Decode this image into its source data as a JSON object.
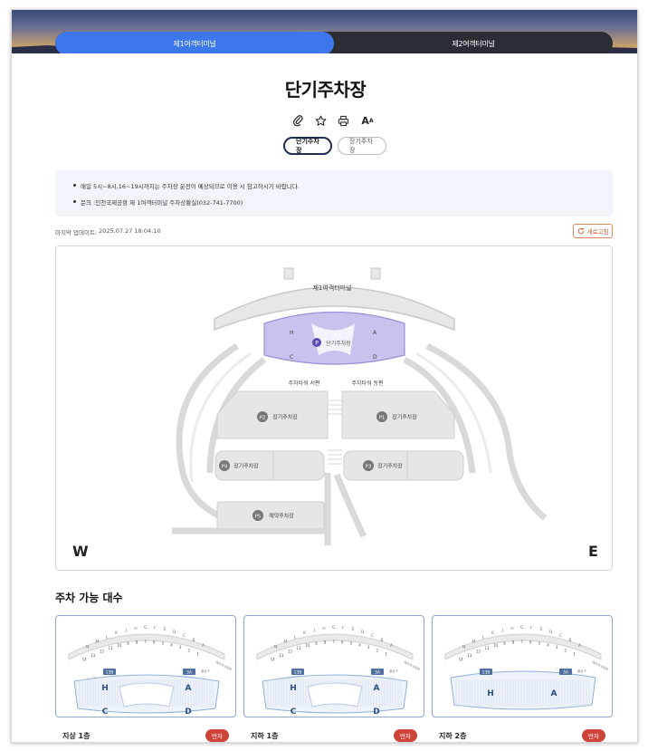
{
  "terminal_tabs": [
    {
      "label": "제1여객터미널",
      "active": true
    },
    {
      "label": "제2여객터미널",
      "active": false
    }
  ],
  "page_title": "단기주차장",
  "tools": {
    "link_icon": "paperclip-icon",
    "favorite_icon": "star-icon",
    "print_icon": "printer-icon",
    "font_label_big": "A",
    "font_label_small": "A"
  },
  "lot_tabs": [
    {
      "label": "단기주차장",
      "active": true
    },
    {
      "label": "장기주차장",
      "active": false
    }
  ],
  "notice": [
    "매일 5시~8시,16~19시까지는 주차장 운전이 예상되므로 이용 시 참고하시기 바랍니다.",
    "문의 :인천국제공항 제 1여객터미널 주차상황실(032-741-7700)"
  ],
  "last_update": {
    "label": "마지막 업데이트:",
    "value": "2025.07.27 18:04:10"
  },
  "refresh_label": "새로고침",
  "map": {
    "terminal_label": "제1여객터미널",
    "short_term_label": "단기주차장",
    "zones": [
      "H",
      "A",
      "C",
      "D"
    ],
    "p_badge": "P",
    "tower_west": "주차타워 서편",
    "tower_east": "주차타워 동편",
    "lots": [
      {
        "badge": "P2",
        "label": "장기주차장"
      },
      {
        "badge": "P1",
        "label": "장기주차장"
      },
      {
        "badge": "P4",
        "label": "장기주차장"
      },
      {
        "badge": "P3",
        "label": "장기주차장"
      },
      {
        "badge": "P5",
        "label": "예약주차장"
      }
    ],
    "compass_west": "W",
    "compass_east": "E"
  },
  "availability_title": "주차 가능 대수",
  "cards": [
    {
      "floor": "지상 1층",
      "status": "만차",
      "sections": [
        "H",
        "A",
        "C",
        "D"
      ],
      "markers": [
        "13B",
        "3A"
      ]
    },
    {
      "floor": "지하 1층",
      "status": "만차",
      "sections": [
        "H",
        "A",
        "C",
        "D"
      ],
      "markers": [
        "13B",
        "3A"
      ]
    },
    {
      "floor": "지하 2층",
      "status": "만차",
      "sections": [
        "H",
        "A"
      ],
      "markers": [
        "13B",
        "3A"
      ]
    }
  ],
  "card_letters": [
    "N",
    "M",
    "L",
    "K",
    "J",
    "H",
    "G",
    "F",
    "E",
    "D",
    "C",
    "B",
    "A"
  ],
  "card_numbers": [
    "14",
    "13",
    "12",
    "11",
    "10",
    "9",
    "8",
    "7",
    "6",
    "5",
    "4",
    "3",
    "2",
    "1"
  ],
  "card_side_label": "에어카고빌딩",
  "card_exit_label": "출입구",
  "colors": {
    "accent": "#3d77ec",
    "dark": "#2a2d34",
    "full_badge": "#d0453a",
    "lavender": "#c9c2ee"
  }
}
